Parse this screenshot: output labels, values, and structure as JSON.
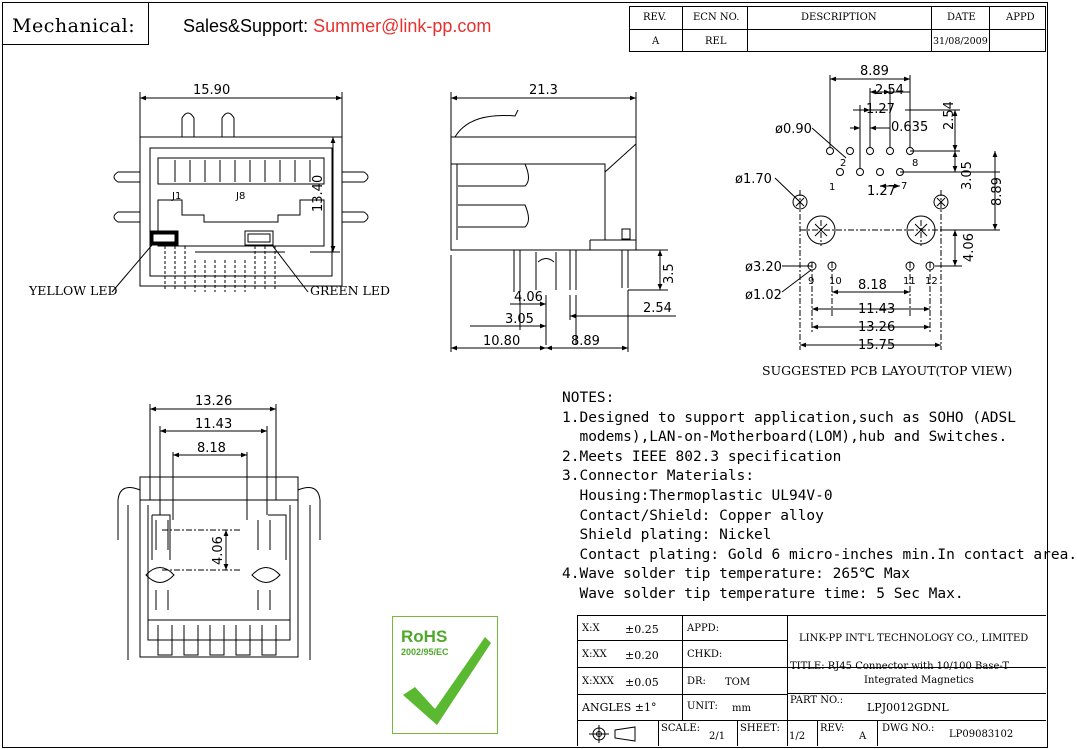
{
  "header": {
    "mechanical_label": "Mechanical:",
    "support_label": "Sales&Support:",
    "support_email": "Summer@link-pp.com"
  },
  "revision_table": {
    "headers": [
      "REV.",
      "ECN NO.",
      "DESCRIPTION",
      "DATE",
      "APPD"
    ],
    "row": [
      "A",
      "REL",
      "",
      "31/08/2009",
      ""
    ]
  },
  "front_view": {
    "width_dim": "15.90",
    "height_dim": "13.40",
    "j1_label": "J1",
    "j8_label": "J8",
    "yellow_led": "YELLOW LED",
    "green_led": "GREEN LED"
  },
  "side_view": {
    "length_dim": "21.3",
    "pin_height_dim": "3.5",
    "dim_406": "4.06",
    "dim_305": "3.05",
    "dim_254": "2.54",
    "dim_1080": "10.80",
    "dim_889": "8.89"
  },
  "pcb_layout": {
    "dims": {
      "d889_top": "8.89",
      "d254_top": "2.54",
      "d127_top": "1.27",
      "d0635": "0.635",
      "d254_vert": "2.54",
      "d305": "3.05",
      "d889_right": "8.89",
      "d127_mid": "1.27",
      "d406": "4.06",
      "d818": "8.18",
      "d1143": "11.43",
      "d1326": "13.26",
      "d1575": "15.75"
    },
    "hole_labels": {
      "d090": "ø0.90",
      "d170": "ø1.70",
      "d320": "ø3.20",
      "d102": "ø1.02"
    },
    "pin_numbers": [
      "1",
      "2",
      "7",
      "8",
      "9",
      "10",
      "11",
      "12"
    ],
    "caption": "SUGGESTED PCB LAYOUT(TOP VIEW)"
  },
  "bottom_view": {
    "d1326": "13.26",
    "d1143": "11.43",
    "d818": "8.18",
    "d406": "4.06"
  },
  "rohs": {
    "title": "RoHS",
    "subtitle": "2002/95/EC"
  },
  "notes": {
    "heading": "NOTES:",
    "lines": [
      "1.Designed to support application,such as SOHO (ADSL",
      "  modems),LAN-on-Motherboard(LOM),hub and Switches.",
      "2.Meets IEEE 802.3 specification",
      "3.Connector Materials:",
      "  Housing:Thermoplastic UL94V-0",
      "  Contact/Shield: Copper alloy",
      "  Shield plating: Nickel",
      "  Contact plating: Gold 6 micro-inches min.In contact area.",
      "4.Wave solder tip temperature: 265℃ Max",
      "  Wave solder tip temperature time: 5 Sec Max."
    ]
  },
  "title_block": {
    "tol_x": "X:X",
    "tol_x_val": "±0.25",
    "tol_xx": "X:XX",
    "tol_xx_val": "±0.20",
    "tol_xxx": "X:XXX",
    "tol_xxx_val": "±0.05",
    "angles": "ANGLES ±1°",
    "appd": "APPD:",
    "chkd": "CHKD:",
    "dr": "DR:",
    "dr_val": "TOM",
    "unit": "UNIT:",
    "unit_val": "mm",
    "company": "LINK-PP INT'L TECHNOLOGY CO., LIMITED",
    "title_line1": "TITLE: RJ45 Connector with 10/100 Base-T",
    "title_line2": "Integrated Magnetics",
    "part_no_label": "PART NO.:",
    "part_no": "LPJ0012GDNL",
    "scale_label": "SCALE:",
    "scale_val": "2/1",
    "sheet_label": "SHEET:",
    "sheet_val": "1/2",
    "rev_label": "REV:",
    "rev_val": "A",
    "dwg_label": "DWG NO.:",
    "dwg_val": "LP09083102"
  }
}
